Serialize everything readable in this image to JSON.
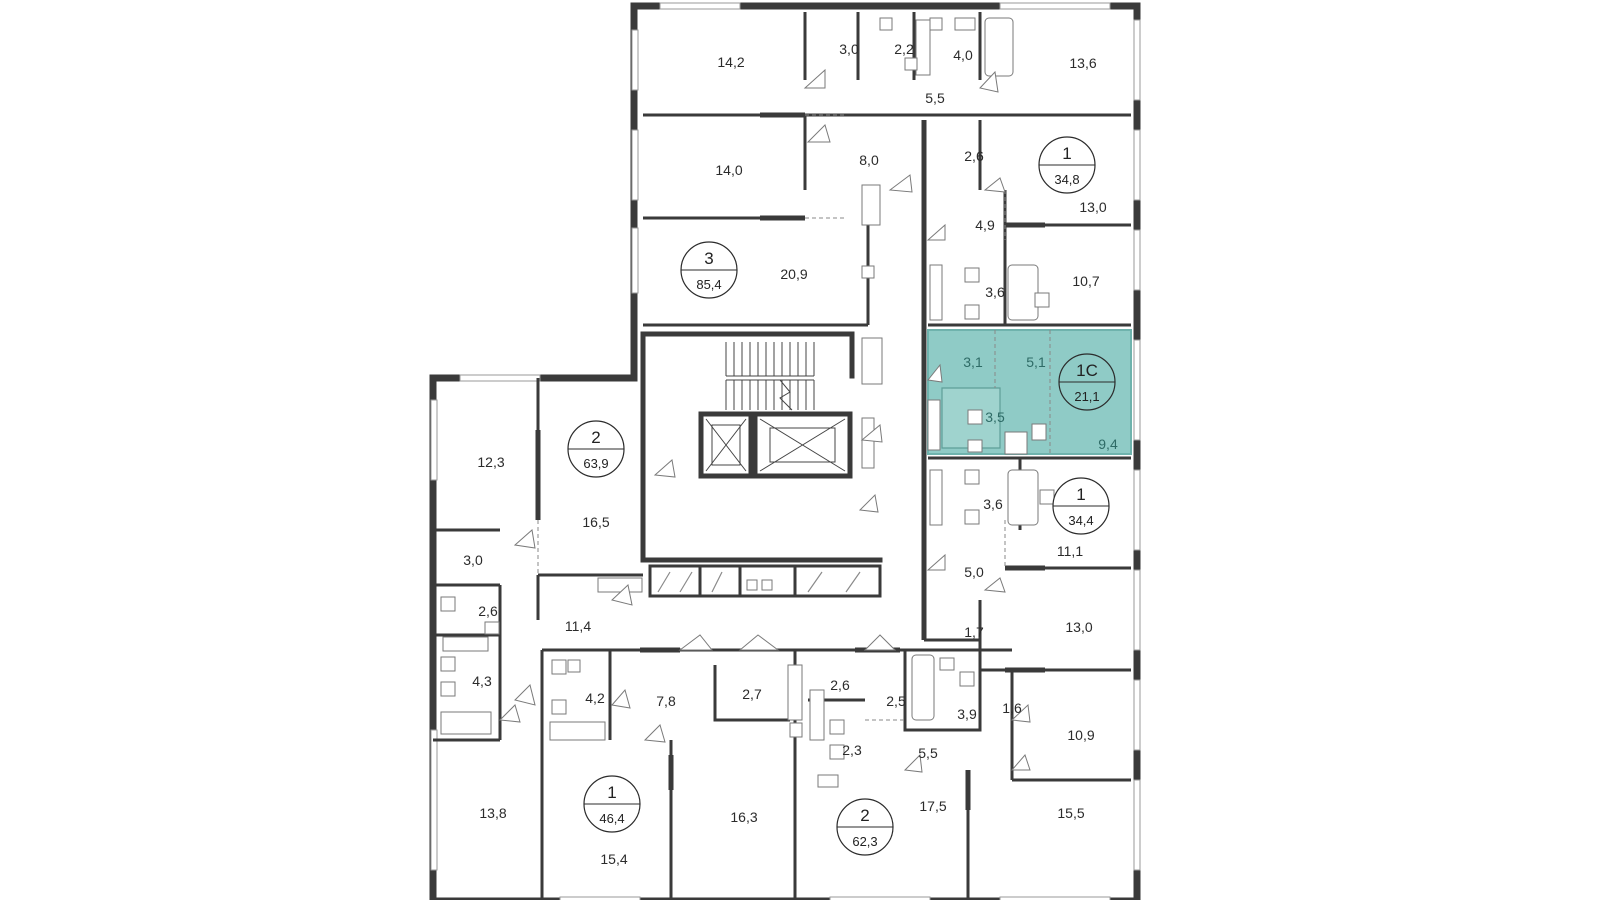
{
  "colors": {
    "wall": "#3a3a3a",
    "highlight_fill": "#8fcbc6",
    "highlight_border": "#6fb3ad",
    "label": "#2b2b2b"
  },
  "apartments": [
    {
      "type": "3",
      "area": "85,4"
    },
    {
      "type": "1",
      "area": "34,8"
    },
    {
      "type": "1C",
      "area": "21,1"
    },
    {
      "type": "2",
      "area": "63,9"
    },
    {
      "type": "1",
      "area": "34,4"
    },
    {
      "type": "1",
      "area": "46,4"
    },
    {
      "type": "2",
      "area": "62,3"
    }
  ],
  "rooms": [
    "14,2",
    "3,0",
    "2,2",
    "4,0",
    "13,6",
    "5,5",
    "14,0",
    "8,0",
    "2,6",
    "13,0",
    "4,9",
    "20,9",
    "3,6",
    "10,7",
    "3,1",
    "5,1",
    "3,5",
    "9,4",
    "12,3",
    "16,5",
    "3,6",
    "11,1",
    "3,0",
    "5,0",
    "2,6",
    "11,4",
    "13,0",
    "1,7",
    "4,3",
    "4,2",
    "7,8",
    "2,7",
    "2,6",
    "2,5",
    "3,9",
    "1,6",
    "10,9",
    "2,3",
    "5,5",
    "13,8",
    "16,3",
    "17,5",
    "15,5",
    "15,4"
  ]
}
